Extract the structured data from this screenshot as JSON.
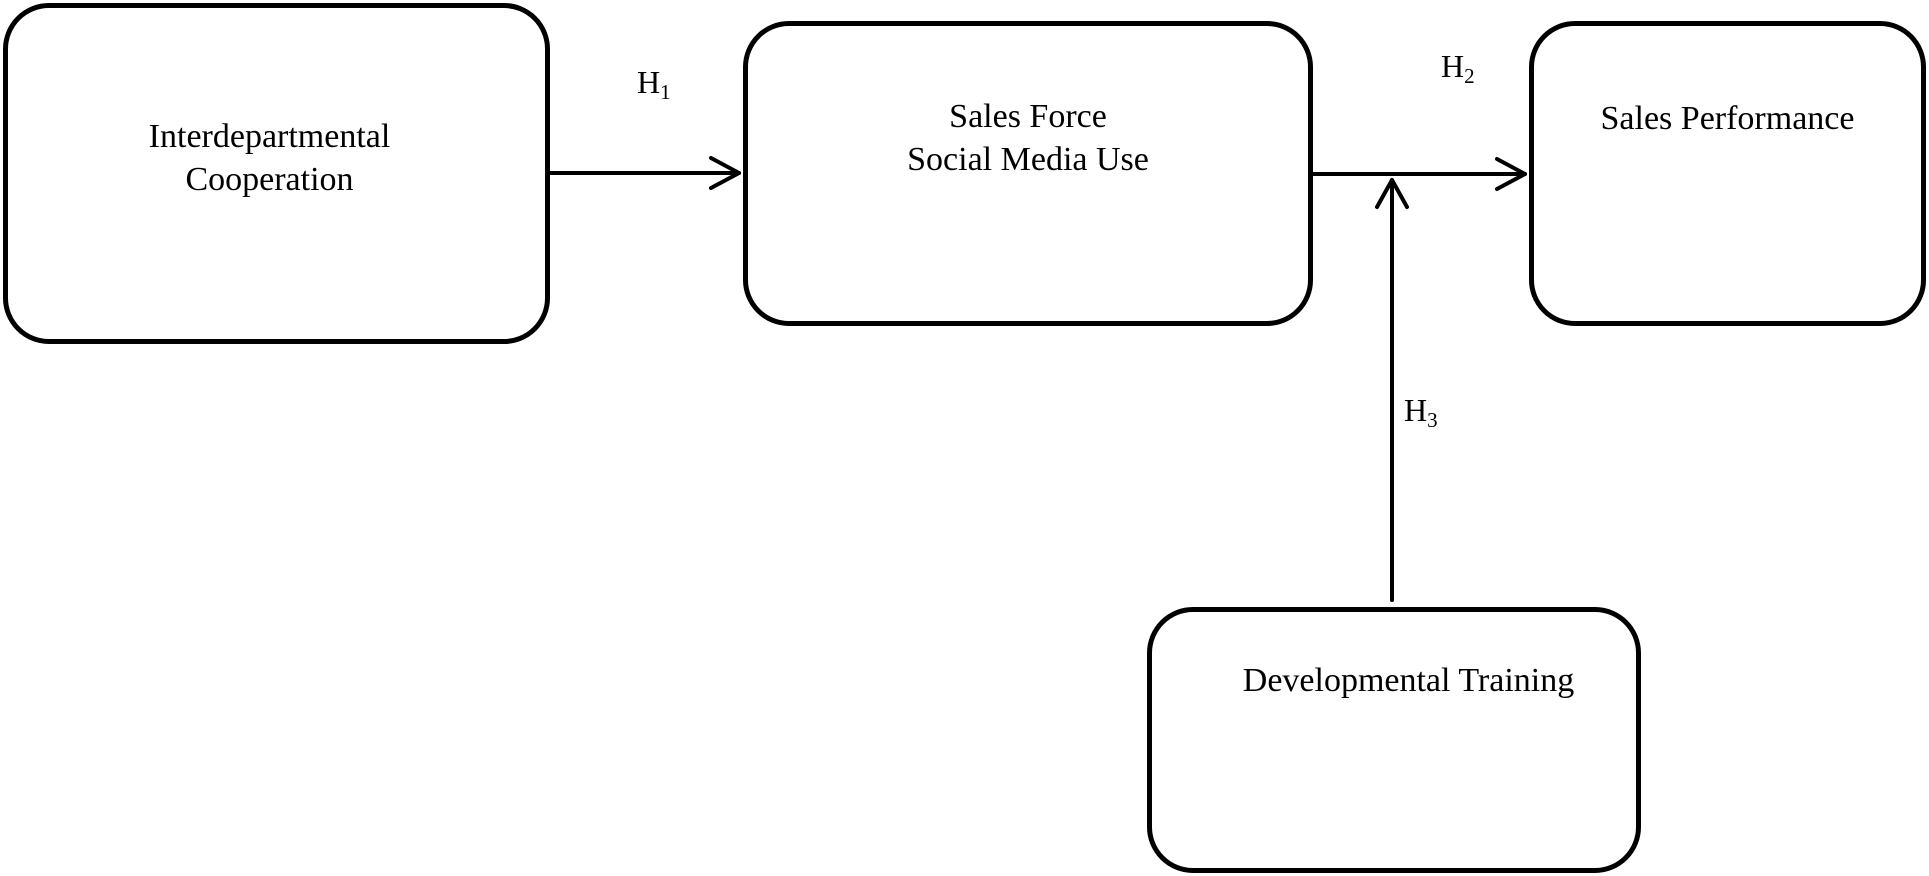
{
  "diagram": {
    "nodes": {
      "interdepartmental_cooperation": {
        "line1": "Interdepartmental",
        "line2": "Cooperation"
      },
      "social_media_use": {
        "line1": "Sales Force",
        "line2": "Social Media Use"
      },
      "sales_performance": {
        "label": "Sales Performance"
      },
      "developmental_training": {
        "label": "Developmental Training"
      }
    },
    "hypotheses": {
      "h1": {
        "letter": "H",
        "index": "1"
      },
      "h2": {
        "letter": "H",
        "index": "2"
      },
      "h3": {
        "letter": "H",
        "index": "3"
      }
    },
    "colors": {
      "stroke": "#000000",
      "background": "#ffffff"
    }
  }
}
